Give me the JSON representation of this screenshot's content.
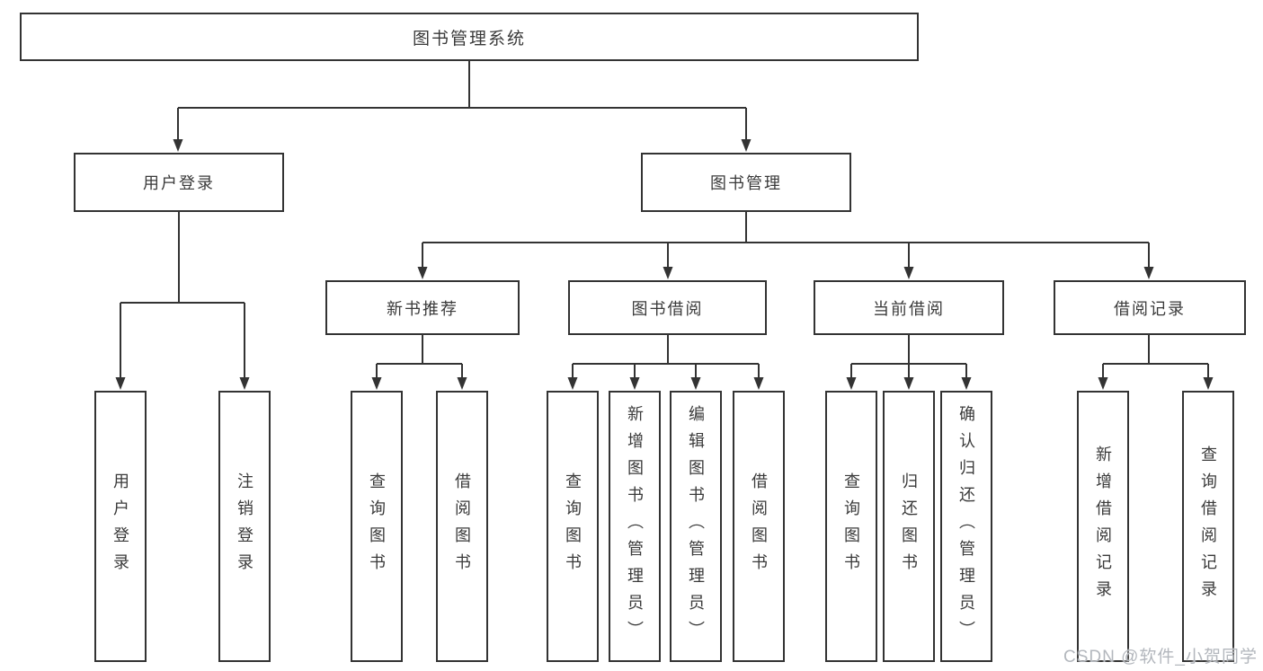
{
  "diagram": {
    "tree": {
      "label": "图书管理系统",
      "children": [
        {
          "label": "用户登录",
          "children": [
            {
              "label": "用户登录"
            },
            {
              "label": "注销登录"
            }
          ]
        },
        {
          "label": "图书管理",
          "children": [
            {
              "label": "新书推荐",
              "children": [
                {
                  "label": "查询图书"
                },
                {
                  "label": "借阅图书"
                }
              ]
            },
            {
              "label": "图书借阅",
              "children": [
                {
                  "label": "查询图书"
                },
                {
                  "label": "新增图书（管理员）"
                },
                {
                  "label": "编辑图书（管理员）"
                },
                {
                  "label": "借阅图书"
                }
              ]
            },
            {
              "label": "当前借阅",
              "children": [
                {
                  "label": "查询图书"
                },
                {
                  "label": "归还图书"
                },
                {
                  "label": "确认归还（管理员）"
                }
              ]
            },
            {
              "label": "借阅记录",
              "children": [
                {
                  "label": "新增借阅记录"
                },
                {
                  "label": "查询借阅记录"
                }
              ]
            }
          ]
        }
      ]
    },
    "watermark": "CSDN @软件_小贺同学",
    "colors": {
      "line": "#333333",
      "text": "#3a3a3a",
      "watermark_text": "#b3b7bd",
      "background": "#ffffff"
    }
  }
}
